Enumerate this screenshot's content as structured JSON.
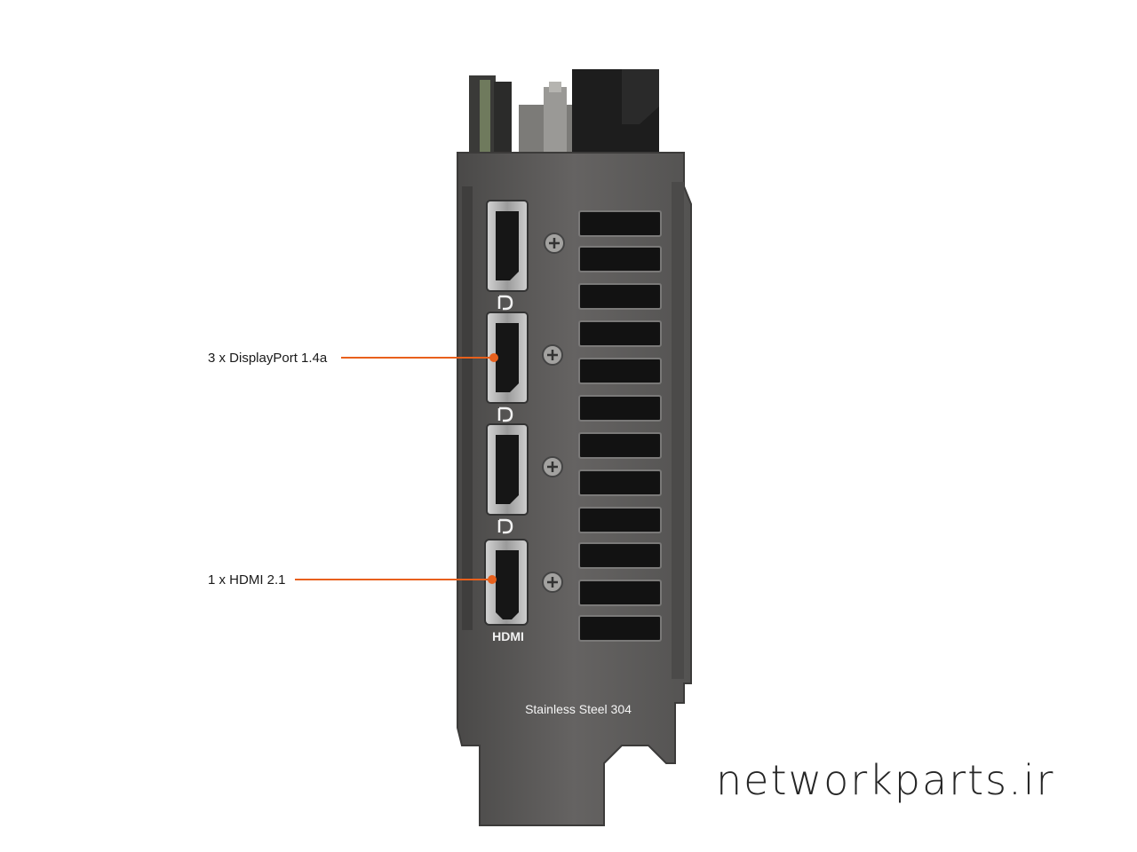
{
  "callouts": {
    "displayport": "3 x DisplayPort 1.4a",
    "hdmi": "1 x HDMI 2.1"
  },
  "bracket": {
    "port_labels": {
      "hdmi": "HDMI"
    },
    "material_label": "Stainless Steel 304"
  },
  "watermark": "networkparts.ir",
  "colors": {
    "accent": "#e8601c",
    "bracket": "#5d5b5a",
    "background": "#ffffff"
  }
}
